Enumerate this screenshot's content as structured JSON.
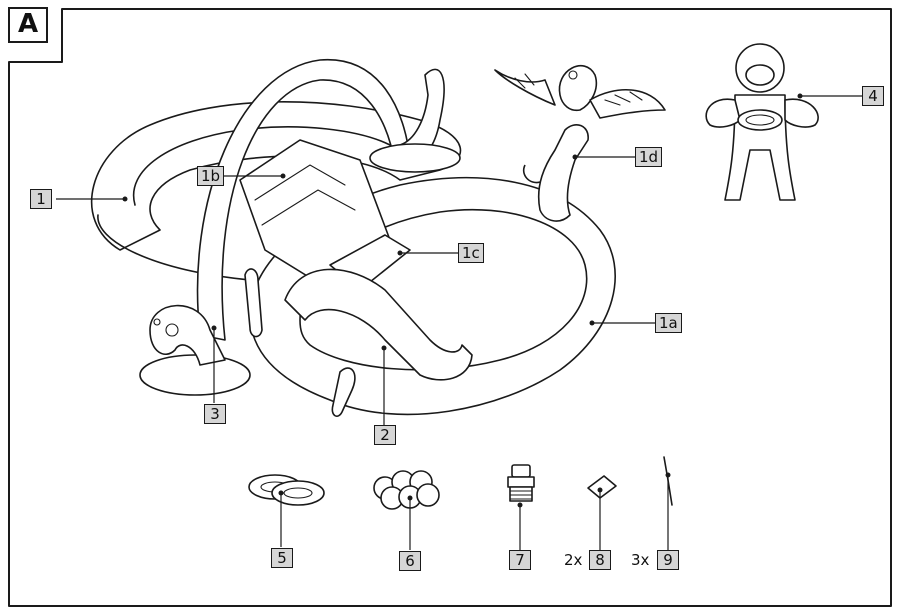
{
  "figure": {
    "letter": "A"
  },
  "callouts": {
    "c1": "1",
    "c1a": "1a",
    "c1b": "1b",
    "c1c": "1c",
    "c1d": "1d",
    "c2": "2",
    "c3": "3",
    "c4": "4",
    "c5": "5",
    "c6": "6",
    "c7": "7",
    "c8": "8",
    "c9": "9"
  },
  "quantities": {
    "q8": "2x",
    "q9": "3x"
  }
}
